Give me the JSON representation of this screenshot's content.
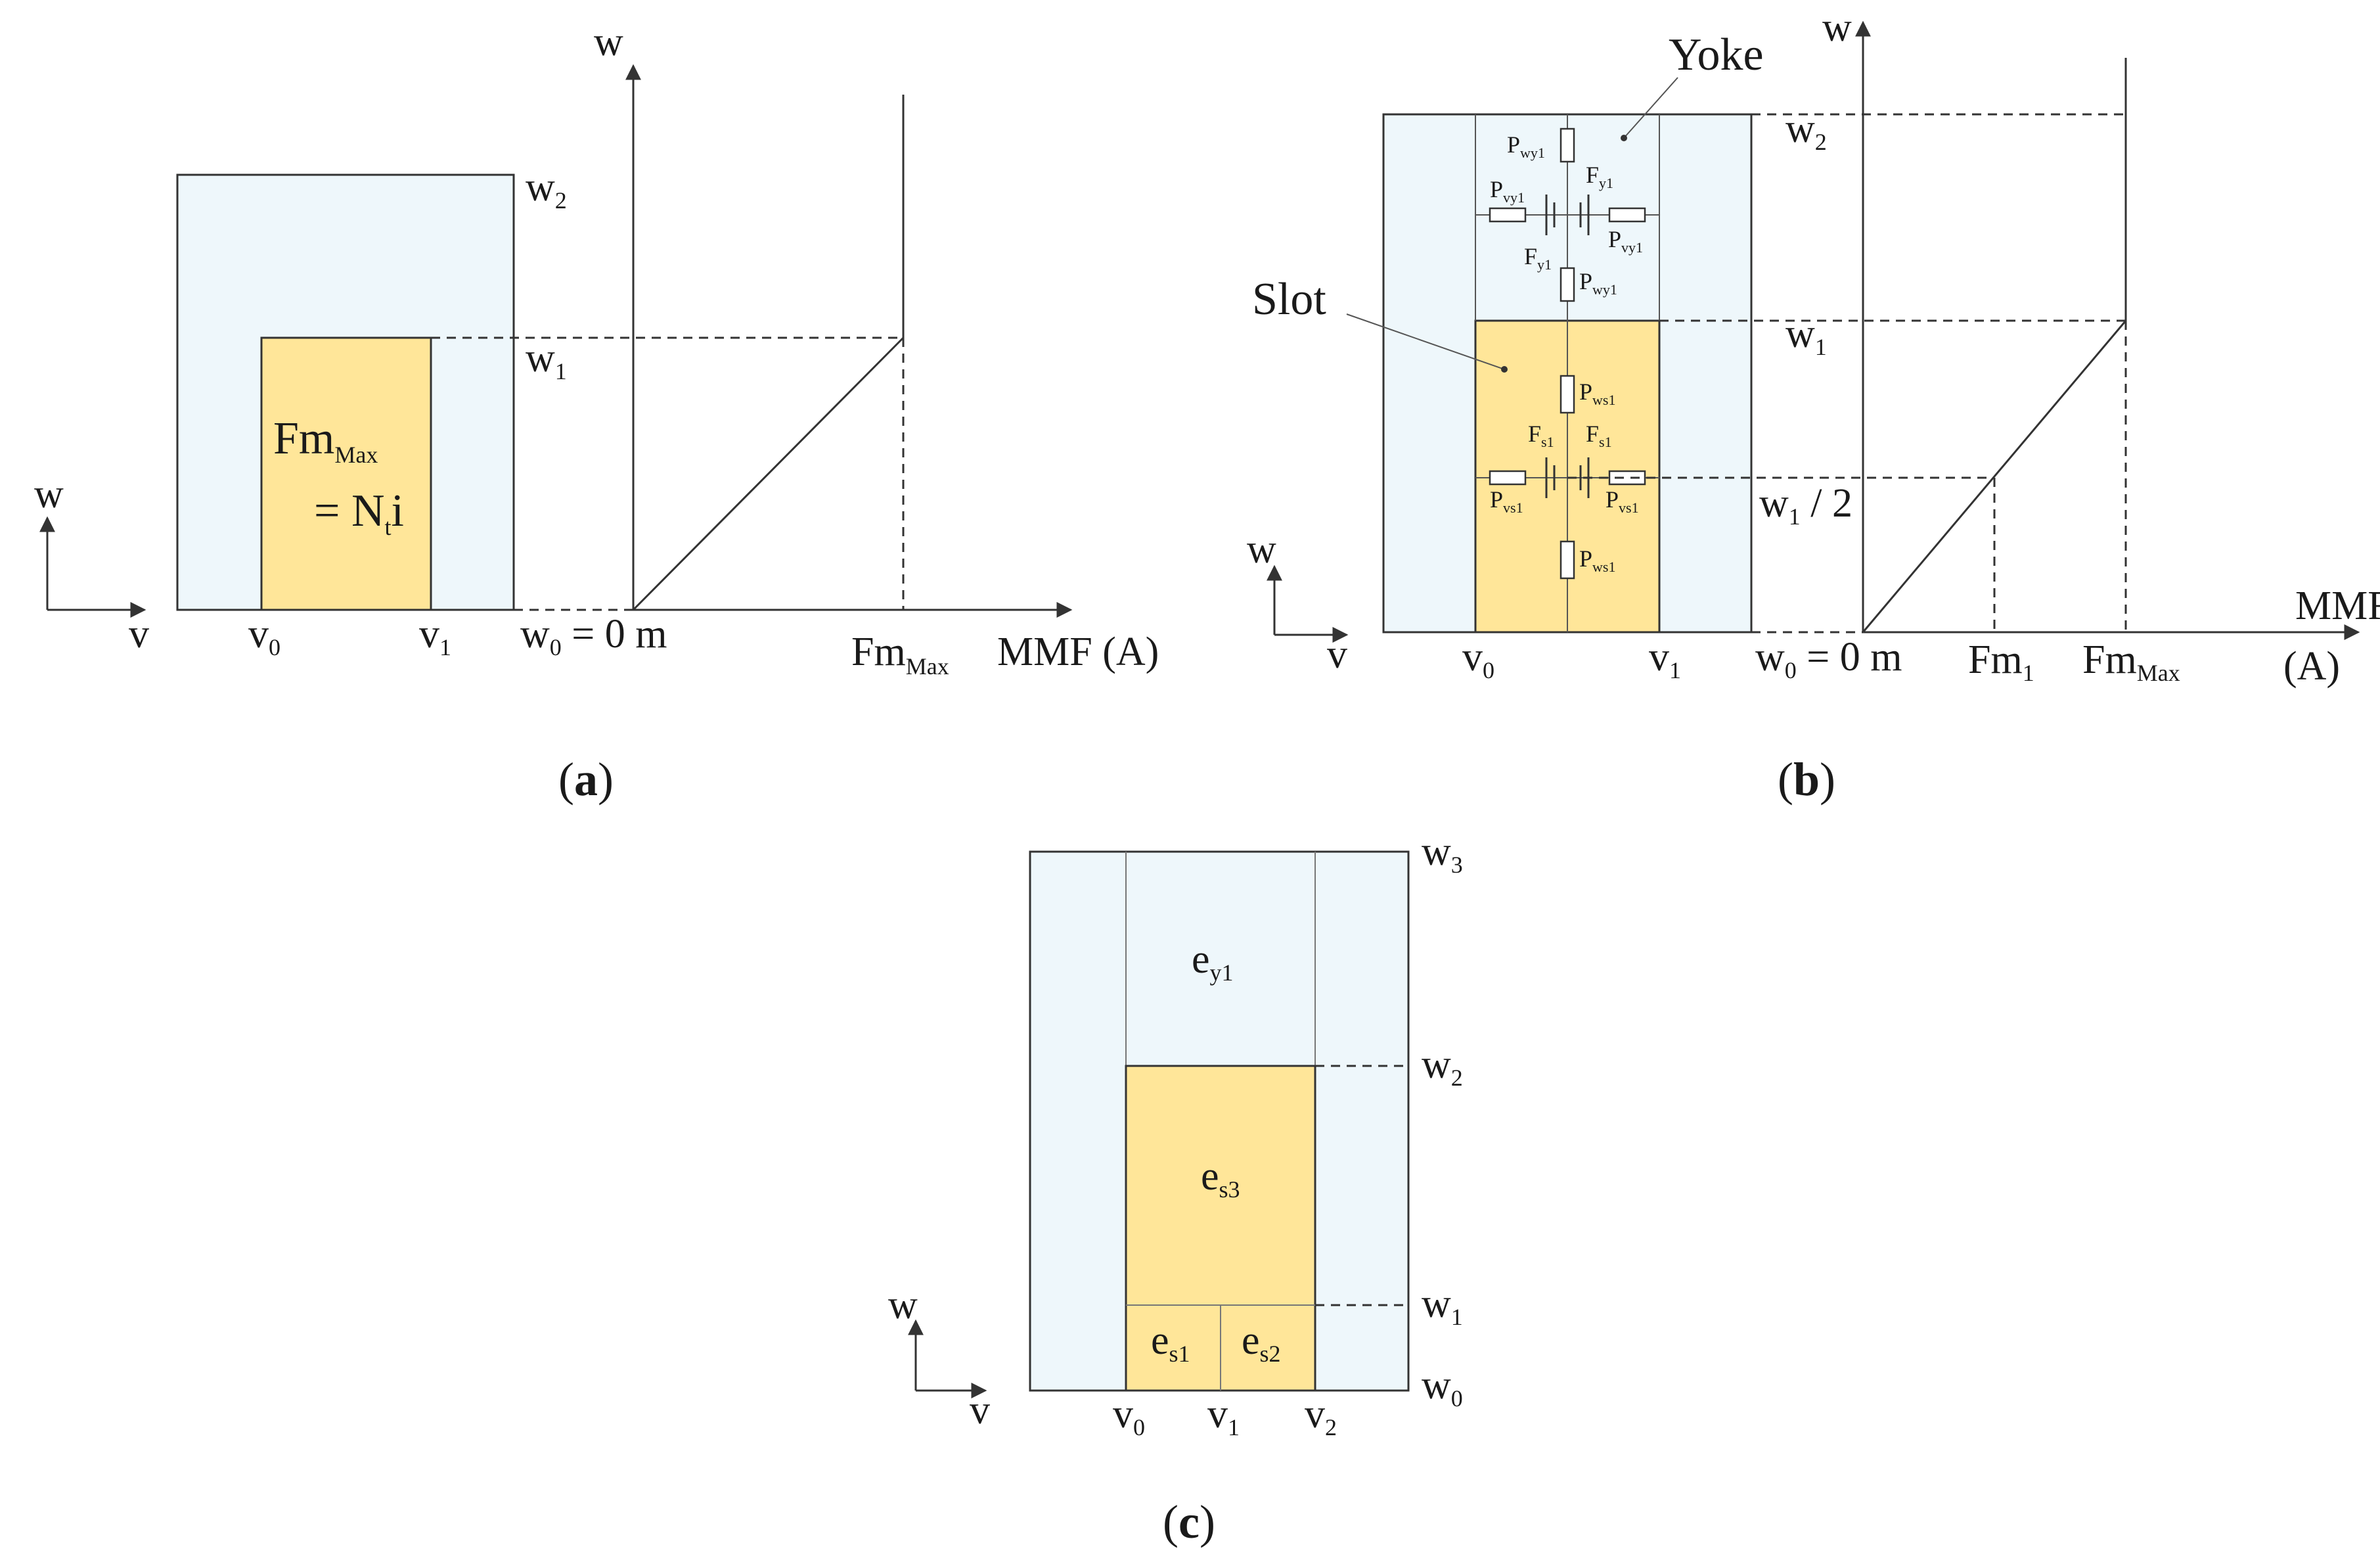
{
  "colors": {
    "iron_region": "#eef7fb",
    "slot_region": "#ffe699",
    "line": "#333333"
  },
  "panel_a": {
    "caption": {
      "open": "(",
      "letter": "a",
      "close": ")"
    },
    "axis_w": "w",
    "axis_v": "v",
    "graph_w_axis": "w",
    "w2": {
      "base": "w",
      "sub": "2"
    },
    "w1": {
      "base": "w",
      "sub": "1"
    },
    "w0_eq": {
      "base": "w",
      "sub": "0",
      "rest": " = 0 m"
    },
    "v0": {
      "base": "v",
      "sub": "0"
    },
    "v1": {
      "base": "v",
      "sub": "1"
    },
    "slot_text_1": {
      "base": "Fm",
      "sub": "Max"
    },
    "slot_text_2": {
      "base": "= N",
      "sub": "t",
      "rest": "i"
    },
    "x_tick": {
      "base": "Fm",
      "sub": "Max"
    },
    "x_axis_label": "MMF (A)"
  },
  "panel_b": {
    "caption": {
      "open": "(",
      "letter": "b",
      "close": ")"
    },
    "yoke_label": "Yoke",
    "slot_label": "Slot",
    "axis_w": "w",
    "axis_v": "v",
    "graph_w_axis": "w",
    "w2": {
      "base": "w",
      "sub": "2"
    },
    "w1": {
      "base": "w",
      "sub": "1"
    },
    "w1_half": {
      "base": "w",
      "sub": "1",
      "rest": " / 2"
    },
    "w0_eq": {
      "base": "w",
      "sub": "0",
      "rest": " = 0 m"
    },
    "v0": {
      "base": "v",
      "sub": "0"
    },
    "v1": {
      "base": "v",
      "sub": "1"
    },
    "x_tick_1": {
      "base": "Fm",
      "sub": "1"
    },
    "x_tick_max": {
      "base": "Fm",
      "sub": "Max"
    },
    "x_axis_label_1": "MMF",
    "x_axis_label_2": "(A)",
    "circuit": {
      "pwy1_top": {
        "base": "P",
        "sub": "wy1"
      },
      "fy1_top": {
        "base": "F",
        "sub": "y1"
      },
      "pvy1_left": {
        "base": "P",
        "sub": "vy1"
      },
      "pvy1_right": {
        "base": "P",
        "sub": "vy1"
      },
      "fy1_bottom": {
        "base": "F",
        "sub": "y1"
      },
      "pwy1_bottom": {
        "base": "P",
        "sub": "wy1"
      },
      "pws1_top": {
        "base": "P",
        "sub": "ws1"
      },
      "fs1_left": {
        "base": "F",
        "sub": "s1"
      },
      "fs1_right": {
        "base": "F",
        "sub": "s1"
      },
      "pvs1_left": {
        "base": "P",
        "sub": "vs1"
      },
      "pvs1_right": {
        "base": "P",
        "sub": "vs1"
      },
      "pws1_bottom": {
        "base": "P",
        "sub": "ws1"
      }
    }
  },
  "panel_c": {
    "caption": {
      "open": "(",
      "letter": "c",
      "close": ")"
    },
    "axis_w": "w",
    "axis_v": "v",
    "w3": {
      "base": "w",
      "sub": "3"
    },
    "w2": {
      "base": "w",
      "sub": "2"
    },
    "w1": {
      "base": "w",
      "sub": "1"
    },
    "w0": {
      "base": "w",
      "sub": "0"
    },
    "v0": {
      "base": "v",
      "sub": "0"
    },
    "v1": {
      "base": "v",
      "sub": "1"
    },
    "v2": {
      "base": "v",
      "sub": "2"
    },
    "ey1": {
      "base": "e",
      "sub": "y1"
    },
    "es3": {
      "base": "e",
      "sub": "s3"
    },
    "es1": {
      "base": "e",
      "sub": "s1"
    },
    "es2": {
      "base": "e",
      "sub": "s2"
    }
  }
}
